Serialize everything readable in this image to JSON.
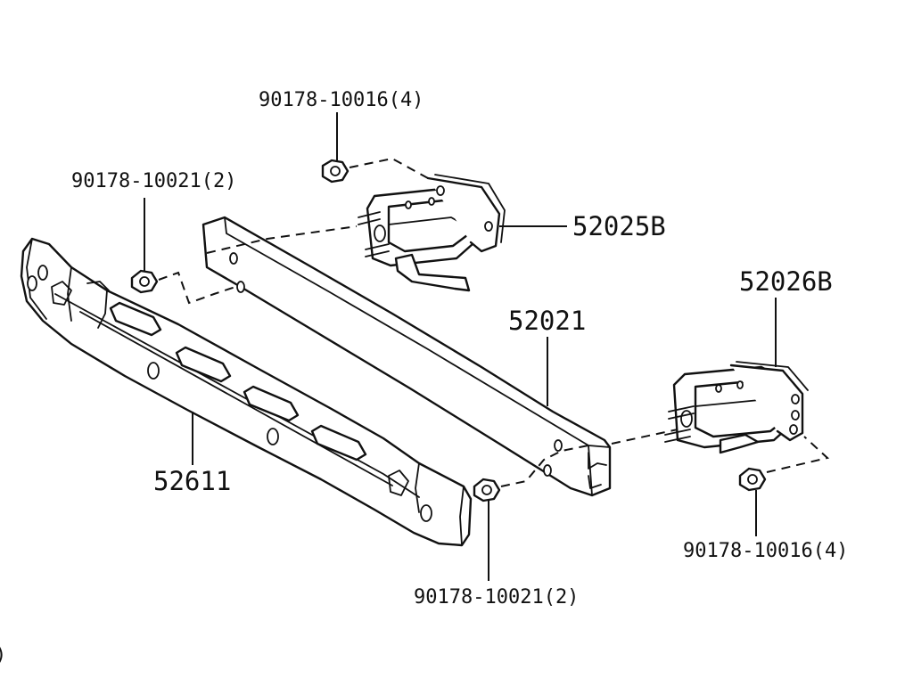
{
  "callouts": {
    "nut_top": "90178-10016(4)",
    "nut_left": "90178-10021(2)",
    "bracket_left": "52025B",
    "bracket_right": "52026B",
    "reinforcement": "52021",
    "absorber": "52611",
    "nut_right": "90178-10016(4)",
    "nut_bottom": "90178-10021(2)"
  },
  "corner_mark": ")"
}
